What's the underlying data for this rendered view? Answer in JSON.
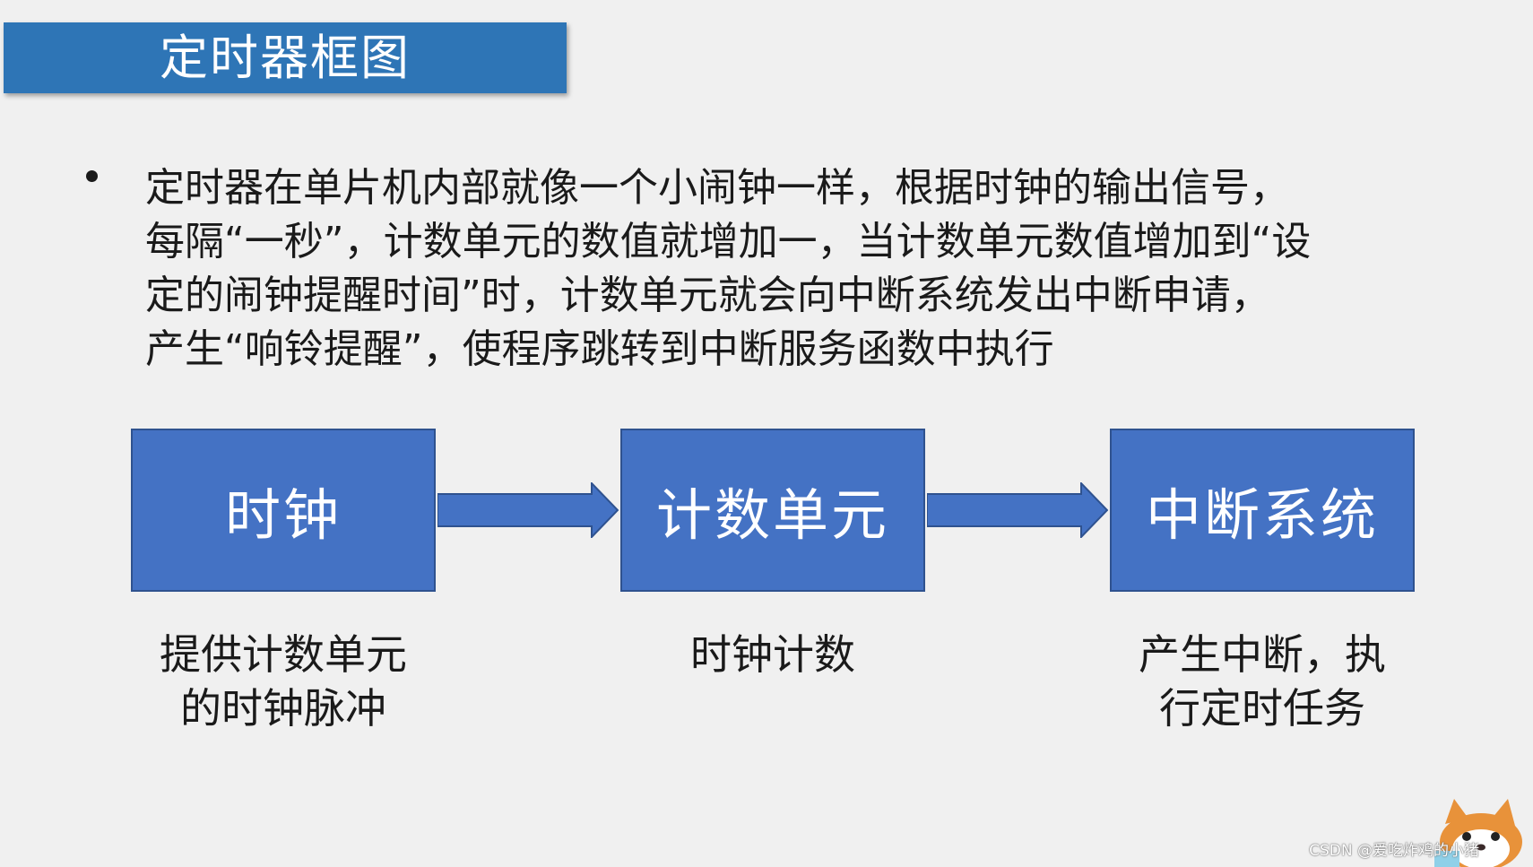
{
  "title": "定时器框图",
  "bullet": {
    "lines": [
      "定时器在单片机内部就像一个小闹钟一样，根据时钟的输出信号，",
      "每隔“一秒”，计数单元的数值就增加一，当计数单元数值增加到“设",
      "定的闹钟提醒时间”时，计数单元就会向中断系统发出中断申请，",
      "产生“响铃提醒”，使程序跳转到中断服务函数中执行"
    ]
  },
  "diagram": {
    "nodes": [
      {
        "label": "时钟",
        "desc": [
          "提供计数单元",
          "的时钟脉冲"
        ]
      },
      {
        "label": "计数单元",
        "desc": [
          "时钟计数"
        ]
      },
      {
        "label": "中断系统",
        "desc": [
          "产生中断，执",
          "行定时任务"
        ]
      }
    ]
  },
  "colors": {
    "title_bar": "#2e75b6",
    "node_fill": "#4472c4",
    "node_border": "#2f528f",
    "background": "#f0f0f0"
  },
  "watermark": "CSDN @爱吃炸鸡的小猪"
}
